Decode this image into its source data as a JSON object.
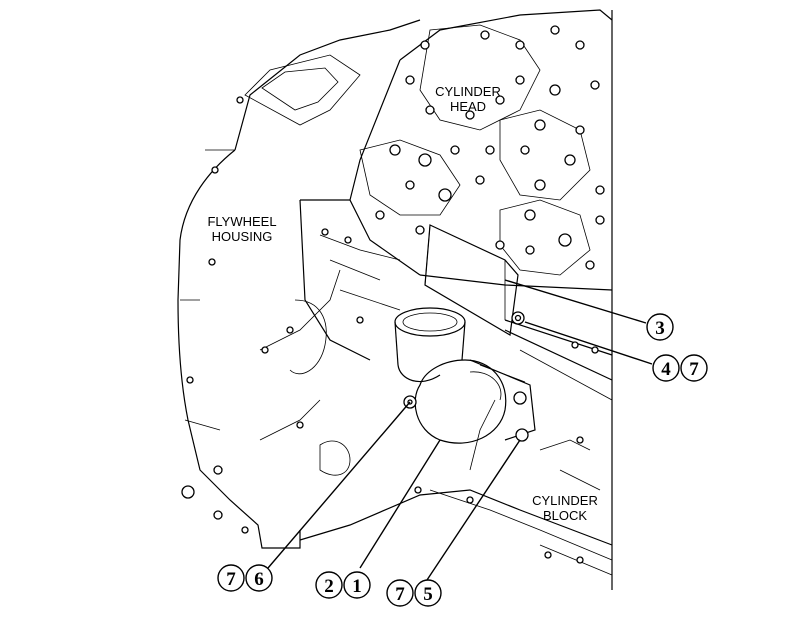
{
  "labels": {
    "cylinder_head_1": "CYLINDER",
    "cylinder_head_2": "HEAD",
    "flywheel_1": "FLYWHEEL",
    "flywheel_2": "HOUSING",
    "cylinder_block_1": "CYLINDER",
    "cylinder_block_2": "BLOCK"
  },
  "callouts": {
    "c3": "3",
    "c4": "4",
    "c7a": "7",
    "c7b": "7",
    "c6": "6",
    "c2": "2",
    "c1": "1",
    "c7c": "7",
    "c5": "5"
  }
}
